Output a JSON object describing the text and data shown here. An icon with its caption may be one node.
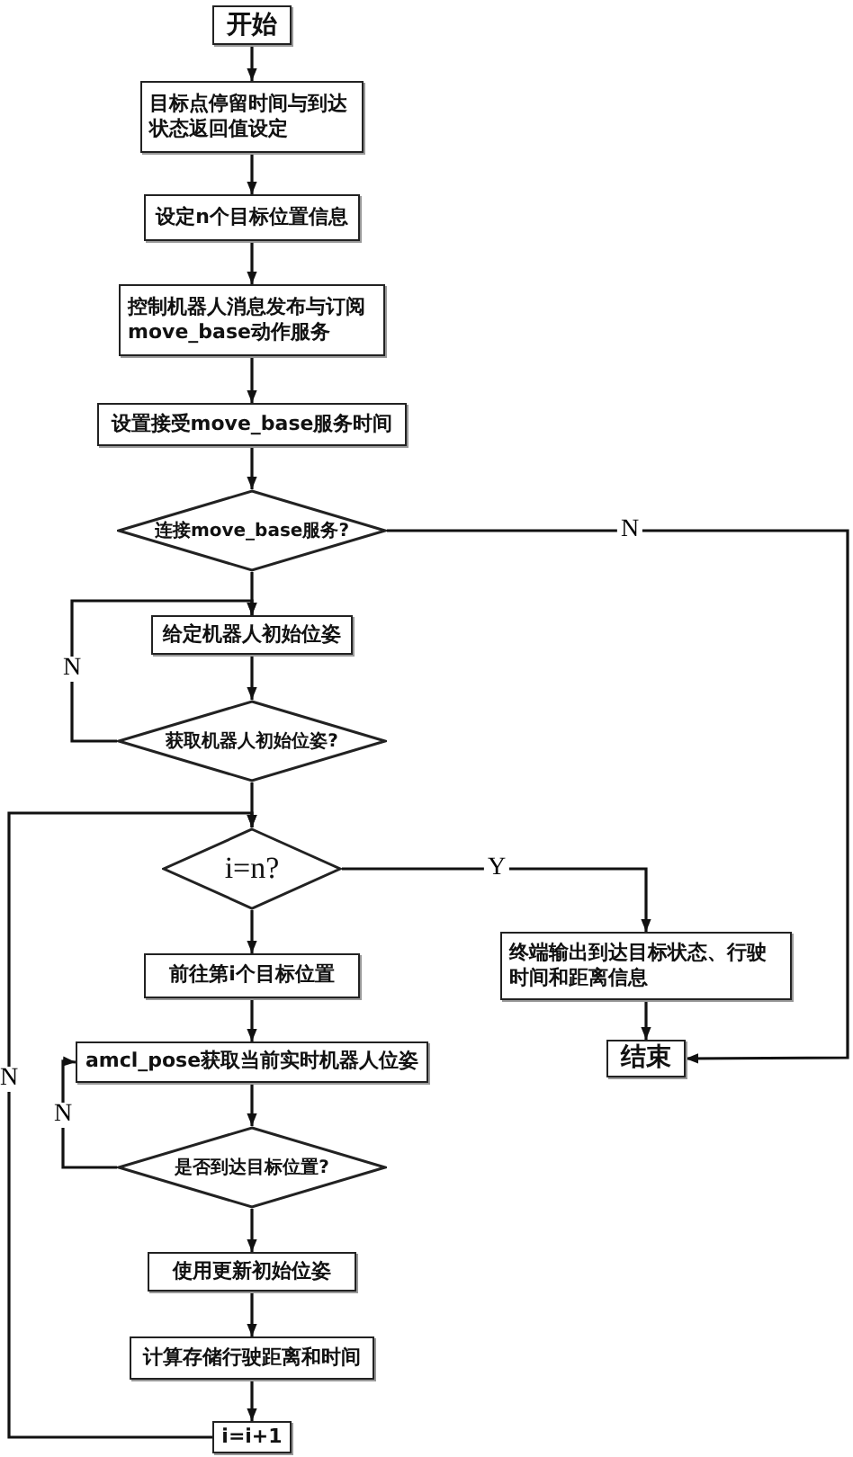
{
  "diagram": {
    "nodes": [
      {
        "text": [
          "开始"
        ]
      },
      {
        "text": [
          "目标点停留时间与到达状态返回值设定"
        ]
      },
      {
        "text": [
          "设定n个目标位置信息"
        ]
      },
      {
        "text": [
          "控制机器人消息发布与订阅move_base动作服务"
        ]
      },
      {
        "text": [
          "设置接受move_base服务时间"
        ]
      },
      {
        "text": [
          "连接move_base服务?"
        ]
      },
      {
        "text": [
          "给定机器人初始位姿"
        ]
      },
      {
        "text": [
          "获取机器人初始位姿?"
        ]
      },
      {
        "text": [
          "i=n?"
        ]
      },
      {
        "text": [
          "前往第i个目标位置"
        ]
      },
      {
        "text": [
          "amcl_pose获取当前实时机器人位姿"
        ]
      },
      {
        "text": [
          "是否到达目标位置?"
        ]
      },
      {
        "text": [
          "使用更新初始位姿"
        ]
      },
      {
        "text": [
          "计算存储行驶距离和时间"
        ]
      },
      {
        "text": [
          "i=i+1"
        ]
      },
      {
        "text": [
          "终端输出到达目标状态、行驶时间和距离信息"
        ]
      },
      {
        "text": [
          "结束"
        ]
      }
    ],
    "edges": [
      {
        "from": 0,
        "to": 1,
        "arrow": "to"
      },
      {
        "from": 1,
        "to": 2,
        "arrow": "to"
      },
      {
        "from": 2,
        "to": 3,
        "arrow": "to"
      },
      {
        "from": 3,
        "to": 4,
        "arrow": "to"
      },
      {
        "from": 4,
        "to": 5,
        "arrow": "to"
      },
      {
        "from": 5,
        "to": 6,
        "arrow": "to"
      },
      {
        "from": 5,
        "to": 16,
        "arrow": "to",
        "label": "N"
      },
      {
        "from": 6,
        "to": 7,
        "arrow": "to"
      },
      {
        "from": 7,
        "to": 6,
        "arrow": "to",
        "label": "N"
      },
      {
        "from": 7,
        "to": 8,
        "arrow": "to"
      },
      {
        "from": 8,
        "to": 15,
        "arrow": "to",
        "label": "Y"
      },
      {
        "from": 15,
        "to": 16,
        "arrow": "to"
      },
      {
        "from": 8,
        "to": 9,
        "arrow": "to"
      },
      {
        "from": 9,
        "to": 10,
        "arrow": "to"
      },
      {
        "from": 10,
        "to": 11,
        "arrow": "to"
      },
      {
        "from": 11,
        "to": 10,
        "arrow": "to",
        "label": "N"
      },
      {
        "from": 11,
        "to": 12,
        "arrow": "to"
      },
      {
        "from": 12,
        "to": 13,
        "arrow": "to"
      },
      {
        "from": 13,
        "to": 14,
        "arrow": "to"
      },
      {
        "from": 14,
        "to": 8,
        "arrow": "to",
        "label": "N"
      }
    ]
  }
}
